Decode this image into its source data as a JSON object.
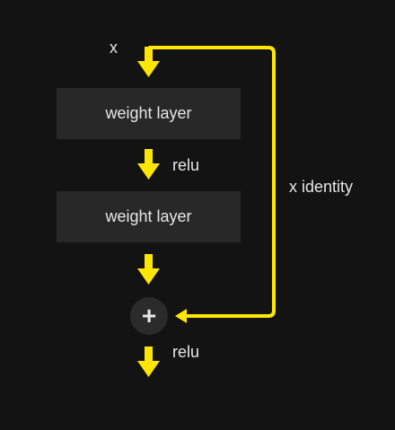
{
  "diagram": {
    "input_label": "x",
    "layers": [
      {
        "label": "weight layer"
      },
      {
        "label": "weight layer"
      }
    ],
    "activations": [
      "relu",
      "relu"
    ],
    "skip_label": "x identity",
    "sum_symbol": "+",
    "arrow_color": "#ffe600",
    "node_color": "#282828",
    "background": "#131313"
  }
}
